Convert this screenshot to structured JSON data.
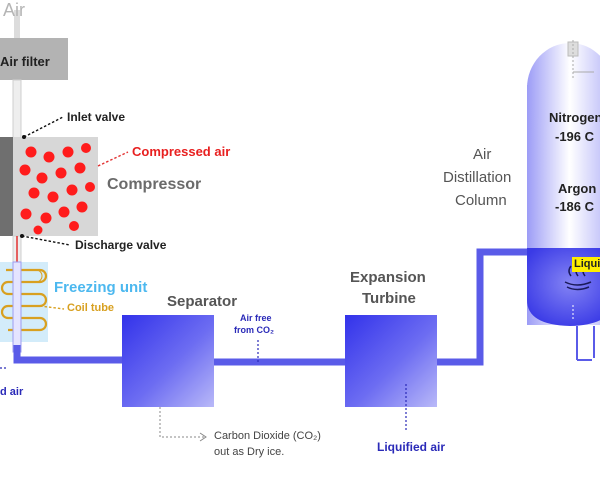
{
  "labels": {
    "air": "Air",
    "air_filter": "Air filter",
    "inlet_valve": "Inlet valve",
    "compressed_air": "Compressed air",
    "compressor": "Compressor",
    "discharge_valve": "Discharge valve",
    "freezing_unit": "Freezing unit",
    "coil_tube": "Coil tube",
    "cooled_air_fragment": "d air",
    "separator": "Separator",
    "air_free_line1": "Air free",
    "air_free_line2": "from CO₂",
    "co2_line1": "Carbon Dioxide (CO₂)",
    "co2_line2": "out as Dry ice.",
    "expansion_line1": "Expansion",
    "expansion_line2": "Turbine",
    "liquified_air": "Liquified air",
    "adc_line1": "Air",
    "adc_line2": "Distillation",
    "adc_line3": "Column",
    "nitrogen": "Nitrogen",
    "nitrogen_temp": "-196 C",
    "argon": "Argon",
    "argon_temp": "-186 C",
    "liquid_fragment": "Liqui"
  },
  "colors": {
    "pipe": "#5a5be8",
    "vessel": "#4f4ff0",
    "particle": "#ff1c1c",
    "compressed_label": "#e82020",
    "freezing_label": "#4cb8ef",
    "coil": "#d8a020",
    "annotation": "#2a2ab8",
    "liquid_label_bg": "#ffee00"
  }
}
